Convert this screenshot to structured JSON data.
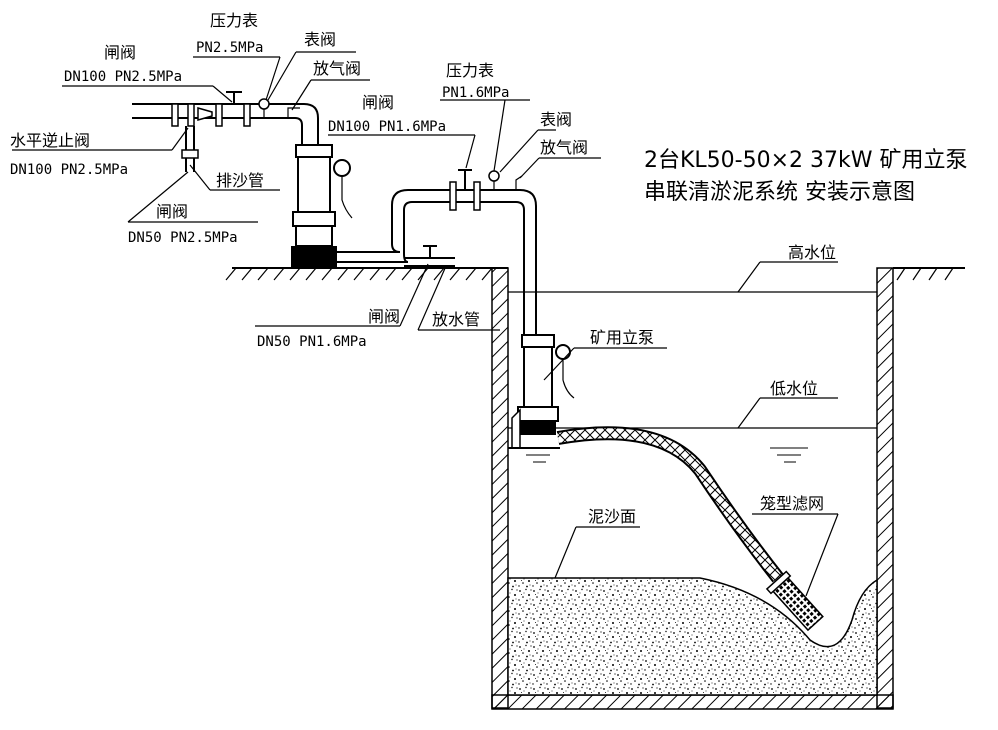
{
  "title": {
    "line1": "2台KL50-50×2 37kW 矿用立泵",
    "line2": "串联清淤泥系统 安装示意图"
  },
  "labels": {
    "pressure_gauge_1": "压力表",
    "pressure_gauge_1_spec": "PN2.5MPa",
    "gauge_valve_1": "表阀",
    "air_valve_1": "放气阀",
    "gate_valve_1": "闸阀",
    "gate_valve_1_spec": "DN100 PN2.5MPa",
    "check_valve": "水平逆止阀",
    "check_valve_spec": "DN100 PN2.5MPa",
    "sand_pipe": "排沙管",
    "gate_valve_small_1": "闸阀",
    "gate_valve_small_1_spec": "DN50 PN2.5MPa",
    "gate_valve_2": "闸阀",
    "gate_valve_2_spec": "DN100 PN1.6MPa",
    "pressure_gauge_2": "压力表",
    "pressure_gauge_2_spec": "PN1.6MPa",
    "gauge_valve_2": "表阀",
    "air_valve_2": "放气阀",
    "gate_valve_small_2": "闸阀",
    "gate_valve_small_2_spec": "DN50 PN1.6MPa",
    "drain_pipe": "放水管",
    "mine_pump": "矿用立泵",
    "high_water": "高水位",
    "low_water": "低水位",
    "sludge_surface": "泥沙面",
    "cage_filter": "笼型滤网"
  }
}
